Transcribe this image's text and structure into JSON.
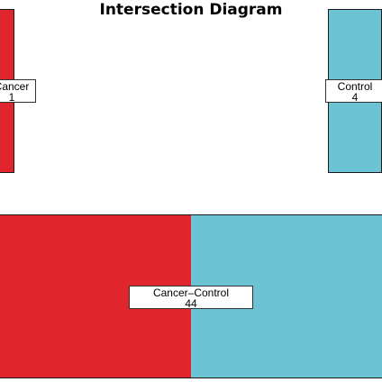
{
  "title": "Intersection Diagram",
  "colors": {
    "cancer": "#e0262c",
    "control": "#6cc3d3"
  },
  "sets": [
    {
      "name": "Cancer",
      "count": "1"
    },
    {
      "name": "Control",
      "count": "4"
    },
    {
      "name": "Cancer–Control",
      "count": "44"
    }
  ]
}
